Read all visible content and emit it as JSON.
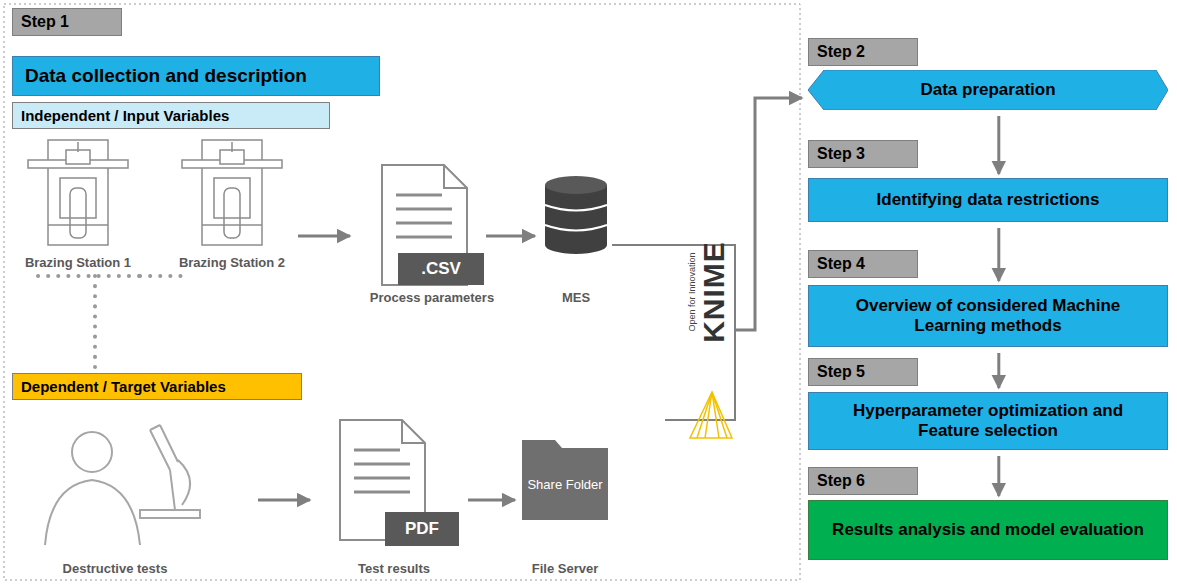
{
  "diagram": {
    "nodes": [
      {
        "text": [
          "Step 1"
        ]
      },
      {
        "text": [
          "Data collection and description"
        ]
      },
      {
        "text": [
          "Independent / Input Variables"
        ]
      },
      {
        "text": [
          "Dependent / Target Variables"
        ]
      },
      {
        "text": [
          "Step 2"
        ]
      },
      {
        "text": [
          "Data preparation"
        ]
      },
      {
        "text": [
          "Step 3"
        ]
      },
      {
        "text": [
          "Identifying data restrictions"
        ]
      },
      {
        "text": [
          "Step 4"
        ]
      },
      {
        "text": [
          "Overview of considered Machine Learning methods"
        ]
      },
      {
        "text": [
          "Step 5"
        ]
      },
      {
        "text": [
          "Hyperparameter optimization and Feature selection"
        ]
      },
      {
        "text": [
          "Step 6"
        ]
      },
      {
        "text": [
          "Results analysis and model evaluation"
        ]
      }
    ],
    "edges": [
      {
        "from": 5,
        "to": 7,
        "arrow": "to"
      },
      {
        "from": 7,
        "to": 9,
        "arrow": "to"
      },
      {
        "from": 9,
        "to": 11,
        "arrow": "to"
      },
      {
        "from": 11,
        "to": 13,
        "arrow": "to"
      }
    ],
    "labels": [
      ".CSV",
      "Brazing Station 1",
      "Brazing Station 2",
      "Process parameters",
      "MES",
      "Open for Innovation",
      "KNIME",
      "Destructive tests",
      "PDF",
      "Test results",
      "Share Folder",
      "File Server"
    ]
  }
}
